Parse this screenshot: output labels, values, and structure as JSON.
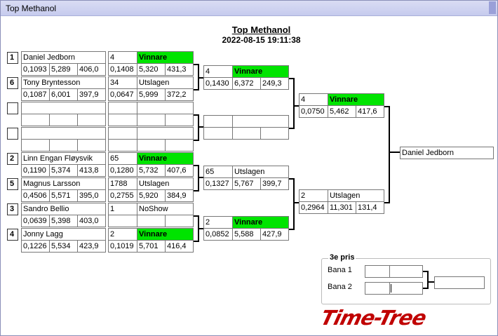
{
  "window": {
    "title": "Top Methanol"
  },
  "header": {
    "title": "Top Methanol",
    "datetime": "2022-08-15 19:11:38"
  },
  "round1": [
    {
      "seed": "1",
      "name": "Daniel Jedborn",
      "rt": "0,1093",
      "et": "5,289",
      "speed": "406,0",
      "lane": "4",
      "result": "Vinnare",
      "r_rt": "0,1408",
      "r_et": "5,320",
      "r_speed": "431,3"
    },
    {
      "seed": "6",
      "name": "Tony Bryntesson",
      "rt": "0,1087",
      "et": "6,001",
      "speed": "397,9",
      "lane": "34",
      "result": "Utslagen",
      "r_rt": "0,0647",
      "r_et": "5,999",
      "r_speed": "372,2"
    },
    {
      "seed": "",
      "name": "",
      "rt": "",
      "et": "",
      "speed": "",
      "lane": "",
      "result": "",
      "r_rt": "",
      "r_et": "",
      "r_speed": ""
    },
    {
      "seed": "",
      "name": "",
      "rt": "",
      "et": "",
      "speed": "",
      "lane": "",
      "result": "",
      "r_rt": "",
      "r_et": "",
      "r_speed": ""
    },
    {
      "seed": "2",
      "name": "Linn Engan Fløysvik",
      "rt": "0,1190",
      "et": "5,374",
      "speed": "413,8",
      "lane": "65",
      "result": "Vinnare",
      "r_rt": "0,1280",
      "r_et": "5,732",
      "r_speed": "407,6"
    },
    {
      "seed": "5",
      "name": "Magnus Larsson",
      "rt": "0,4506",
      "et": "5,571",
      "speed": "395,0",
      "lane": "1788",
      "result": "Utslagen",
      "r_rt": "0,2755",
      "r_et": "5,920",
      "r_speed": "384,9"
    },
    {
      "seed": "3",
      "name": "Sandro Bellio",
      "rt": "0,0639",
      "et": "5,398",
      "speed": "403,0",
      "lane": "1",
      "result": "NoShow",
      "r_rt": "",
      "r_et": "",
      "r_speed": ""
    },
    {
      "seed": "4",
      "name": "Jonny Lagg",
      "rt": "0,1226",
      "et": "5,534",
      "speed": "423,9",
      "lane": "2",
      "result": "Vinnare",
      "r_rt": "0,1019",
      "r_et": "5,701",
      "r_speed": "416,4"
    }
  ],
  "semis": [
    {
      "lane": "4",
      "result": "Vinnare",
      "rt": "0,1430",
      "et": "6,372",
      "speed": "249,3"
    },
    {
      "lane": "",
      "result": "",
      "rt": "",
      "et": "",
      "speed": ""
    },
    {
      "lane": "65",
      "result": "Utslagen",
      "rt": "0,1327",
      "et": "5,767",
      "speed": "399,7"
    },
    {
      "lane": "2",
      "result": "Vinnare",
      "rt": "0,0852",
      "et": "5,588",
      "speed": "427,9"
    }
  ],
  "finals": [
    {
      "lane": "4",
      "result": "Vinnare",
      "rt": "0,0750",
      "et": "5,462",
      "speed": "417,6"
    },
    {
      "lane": "2",
      "result": "Utslagen",
      "rt": "0,2964",
      "et": "11,301",
      "speed": "131,4"
    }
  ],
  "champion": {
    "name": "Daniel Jedborn"
  },
  "third_prize": {
    "title": "3e pris",
    "lane1_label": "Bana 1",
    "lane2_label": "Bana 2"
  },
  "logo": {
    "text": "Time-Tree"
  },
  "colors": {
    "winner": "#00e400",
    "logo": "#c00000",
    "titlebar": "#c6cbee"
  }
}
